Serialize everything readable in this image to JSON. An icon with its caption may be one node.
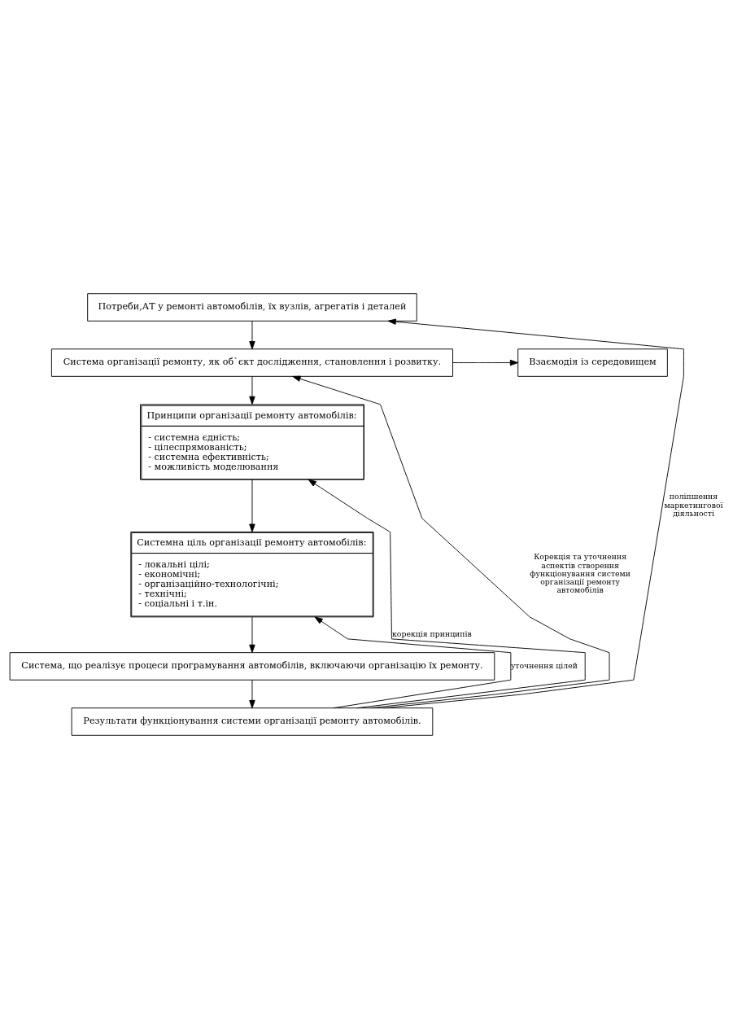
{
  "diagram": {
    "nodes": [
      {
        "text": [
          "Потреби,АТ у ремонті автомобілів, їх вузлів, агрегатів і деталей"
        ]
      },
      {
        "text": [
          "Система організації ремонту, як об`єкт дослідження, становлення і розвитку."
        ]
      },
      {
        "text": [
          "Взаємодія із середовищем"
        ]
      },
      {
        "text": [
          "Принципи організації ремонту автомобілів:",
          "- системна єдність;",
          "- цілеспрямованість;",
          "- системна ефективність;",
          "- можливість моделювання"
        ]
      },
      {
        "text": [
          "Системна ціль організації ремонту автомобілів:",
          "- локальні цілі;",
          "- економічні;",
          "- організаційно-технологічні;",
          "- технічні;",
          "- соціальні і т.ін."
        ]
      },
      {
        "text": [
          "Система, що реалізує процеси програмування автомобілів, включаючи організацію їх ремонту."
        ]
      },
      {
        "text": [
          "Результати функціонування системи організації ремонту автомобілів."
        ]
      }
    ],
    "edges": [
      {
        "from": 0,
        "to": 1,
        "arrow": "to"
      },
      {
        "from": 1,
        "to": 2,
        "arrow": "to"
      },
      {
        "from": 1,
        "to": 3,
        "arrow": "to"
      },
      {
        "from": 3,
        "to": 4,
        "arrow": "to"
      },
      {
        "from": 4,
        "to": 5,
        "arrow": "to"
      },
      {
        "from": 5,
        "to": 6,
        "arrow": "to"
      },
      {
        "from": 6,
        "to": 0,
        "arrow": "to",
        "label": "поліпшення маркетингової діяльності"
      },
      {
        "from": 6,
        "to": 3,
        "arrow": "to",
        "label": "корекція принципів"
      },
      {
        "from": 6,
        "to": 4,
        "arrow": "to",
        "label": "уточнення цілей"
      },
      {
        "from": 6,
        "to": 1,
        "arrow": "to",
        "label": "Корекція та уточнення аспектів створення функціонування системи організації ремонту автомобілів"
      }
    ]
  }
}
